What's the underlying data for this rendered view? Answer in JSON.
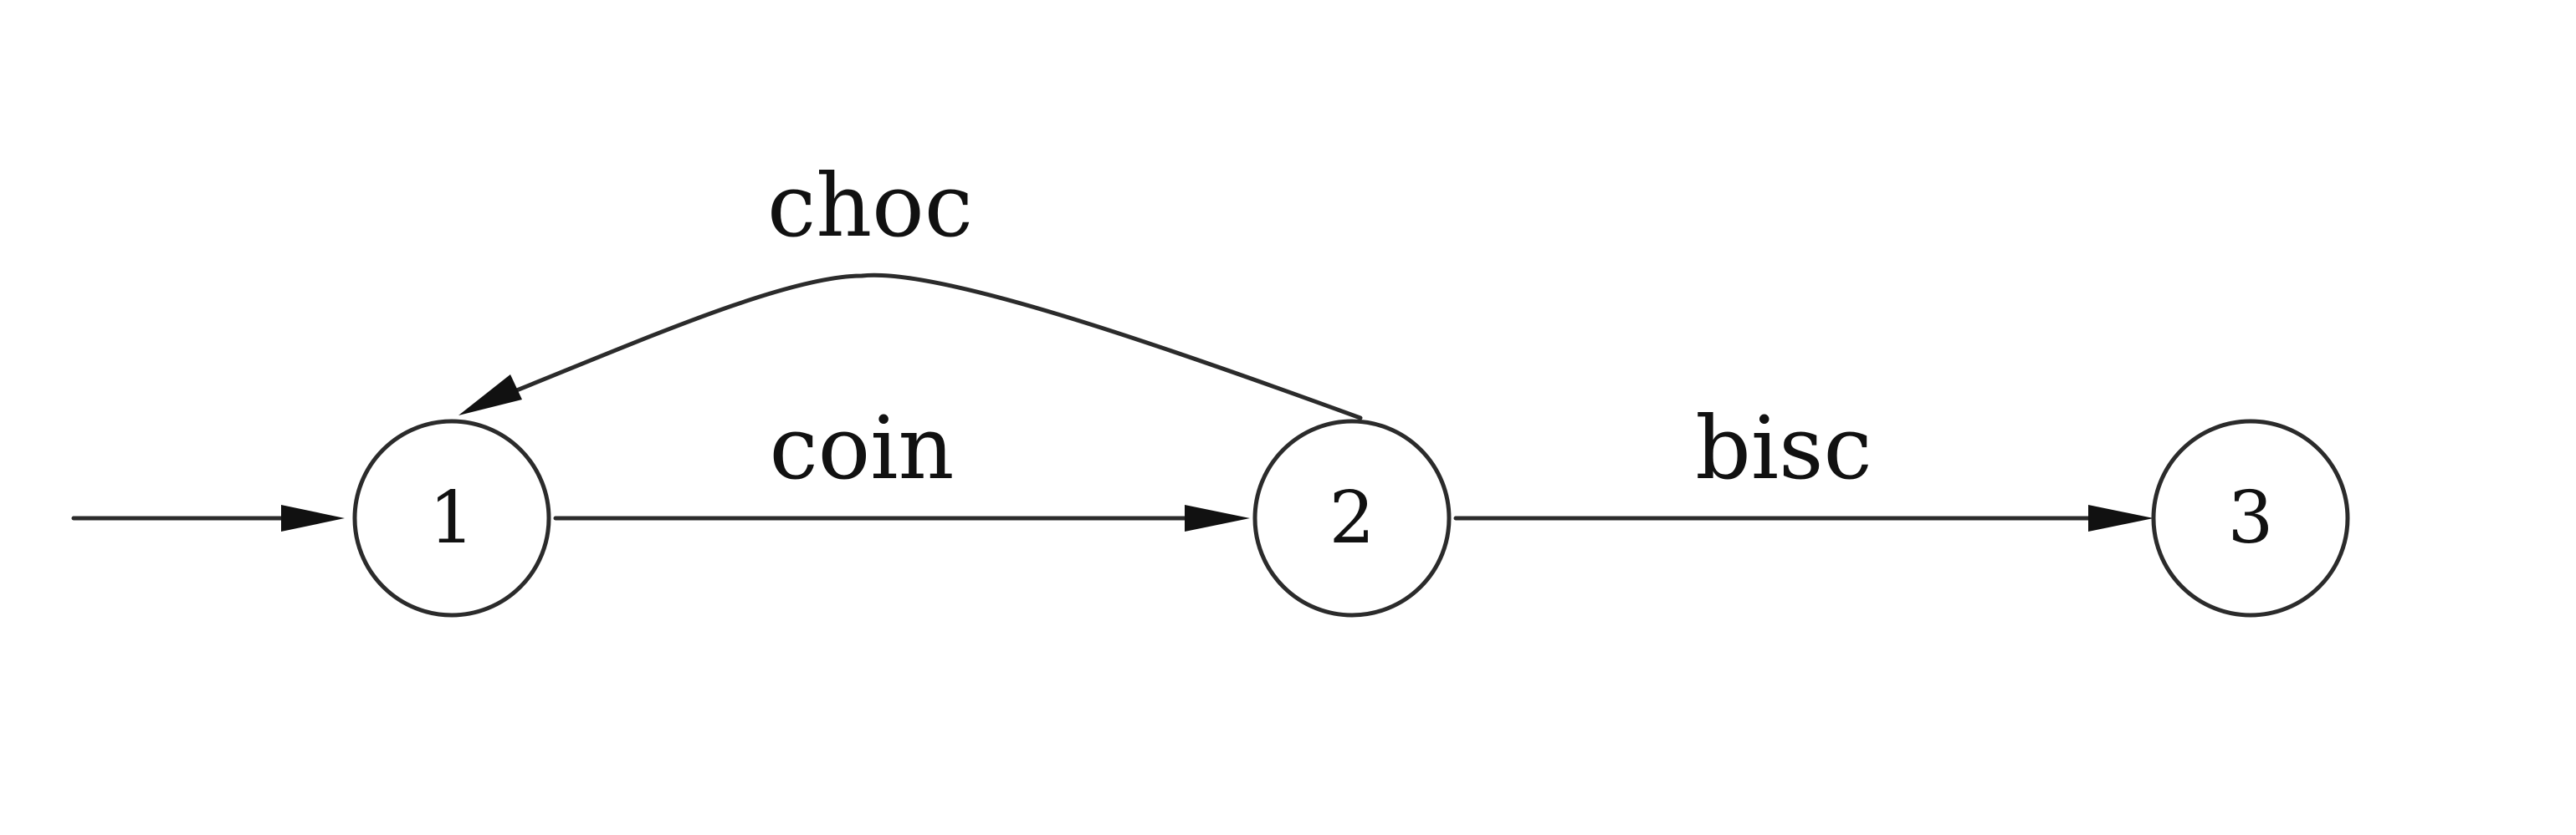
{
  "diagram": {
    "initial_marker": true,
    "states": [
      {
        "id": "1",
        "label": "1"
      },
      {
        "id": "2",
        "label": "2"
      },
      {
        "id": "3",
        "label": "3"
      }
    ],
    "transitions": [
      {
        "from": "1",
        "to": "2",
        "label": "coin"
      },
      {
        "from": "2",
        "to": "3",
        "label": "bisc"
      },
      {
        "from": "2",
        "to": "1",
        "label": "choc"
      }
    ]
  }
}
